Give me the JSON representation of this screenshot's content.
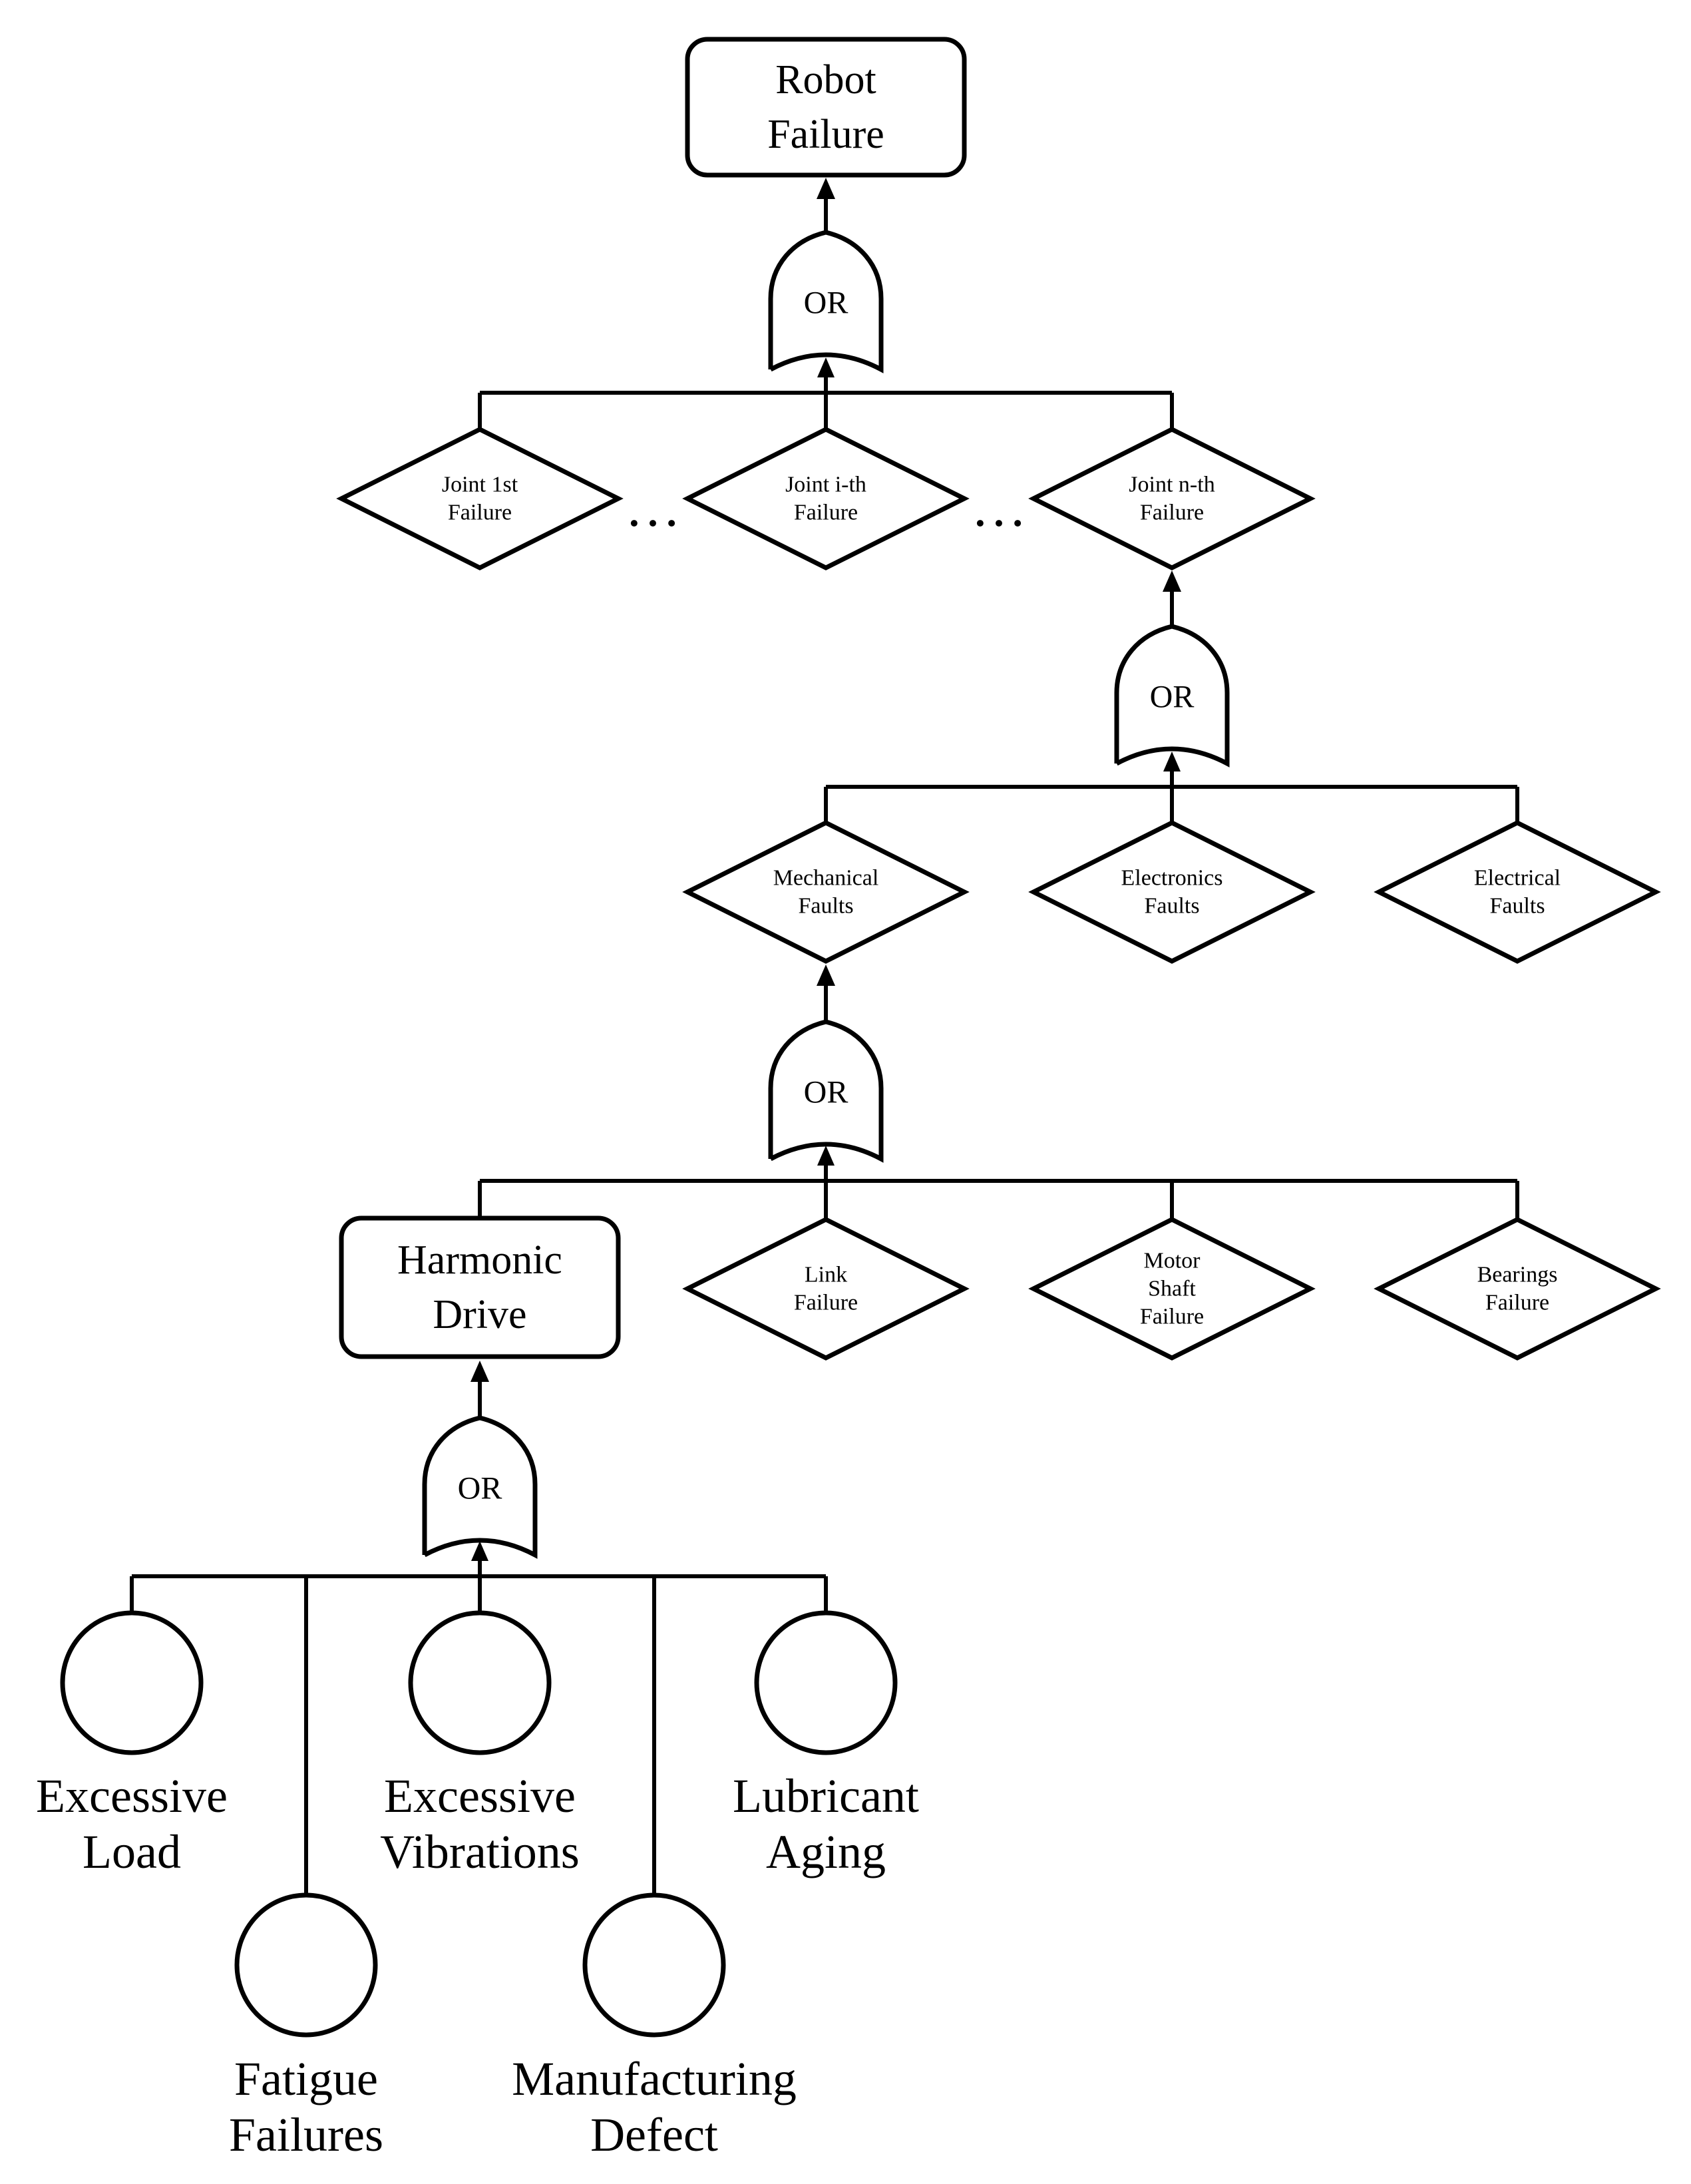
{
  "colors": {
    "ink": "#000000",
    "paper": "#ffffff"
  },
  "gates": {
    "gate1_label": "OR",
    "gate2_label": "OR",
    "gate3_label": "OR",
    "gate4_label": "OR"
  },
  "ellipsis": {
    "dots1": "…",
    "dots2": "…"
  },
  "nodes": {
    "robot_failure": {
      "line1": "Robot",
      "line2": "Failure"
    },
    "joint_1st": {
      "line1": "Joint 1st",
      "line2": "Failure"
    },
    "joint_ith": {
      "line1": "Joint i-th",
      "line2": "Failure"
    },
    "joint_nth": {
      "line1": "Joint n-th",
      "line2": "Failure"
    },
    "mechanical": {
      "line1": "Mechanical",
      "line2": "Faults"
    },
    "electronics": {
      "line1": "Electronics",
      "line2": "Faults"
    },
    "electrical": {
      "line1": "Electrical",
      "line2": "Faults"
    },
    "harmonic_drive": {
      "line1": "Harmonic",
      "line2": "Drive"
    },
    "link_failure": {
      "line1": "Link",
      "line2": "Failure"
    },
    "motor_shaft_failure": {
      "line1": "Motor",
      "line2": "Shaft",
      "line3": "Failure"
    },
    "bearings_failure": {
      "line1": "Bearings",
      "line2": "Failure"
    },
    "excessive_load": {
      "line1": "Excessive",
      "line2": "Load"
    },
    "excessive_vibrations": {
      "line1": "Excessive",
      "line2": "Vibrations"
    },
    "lubricant_aging": {
      "line1": "Lubricant",
      "line2": "Aging"
    },
    "fatigue_failures": {
      "line1": "Fatigue",
      "line2": "Failures"
    },
    "manufacturing_defect": {
      "line1": "Manufacturing",
      "line2": "Defect"
    }
  }
}
